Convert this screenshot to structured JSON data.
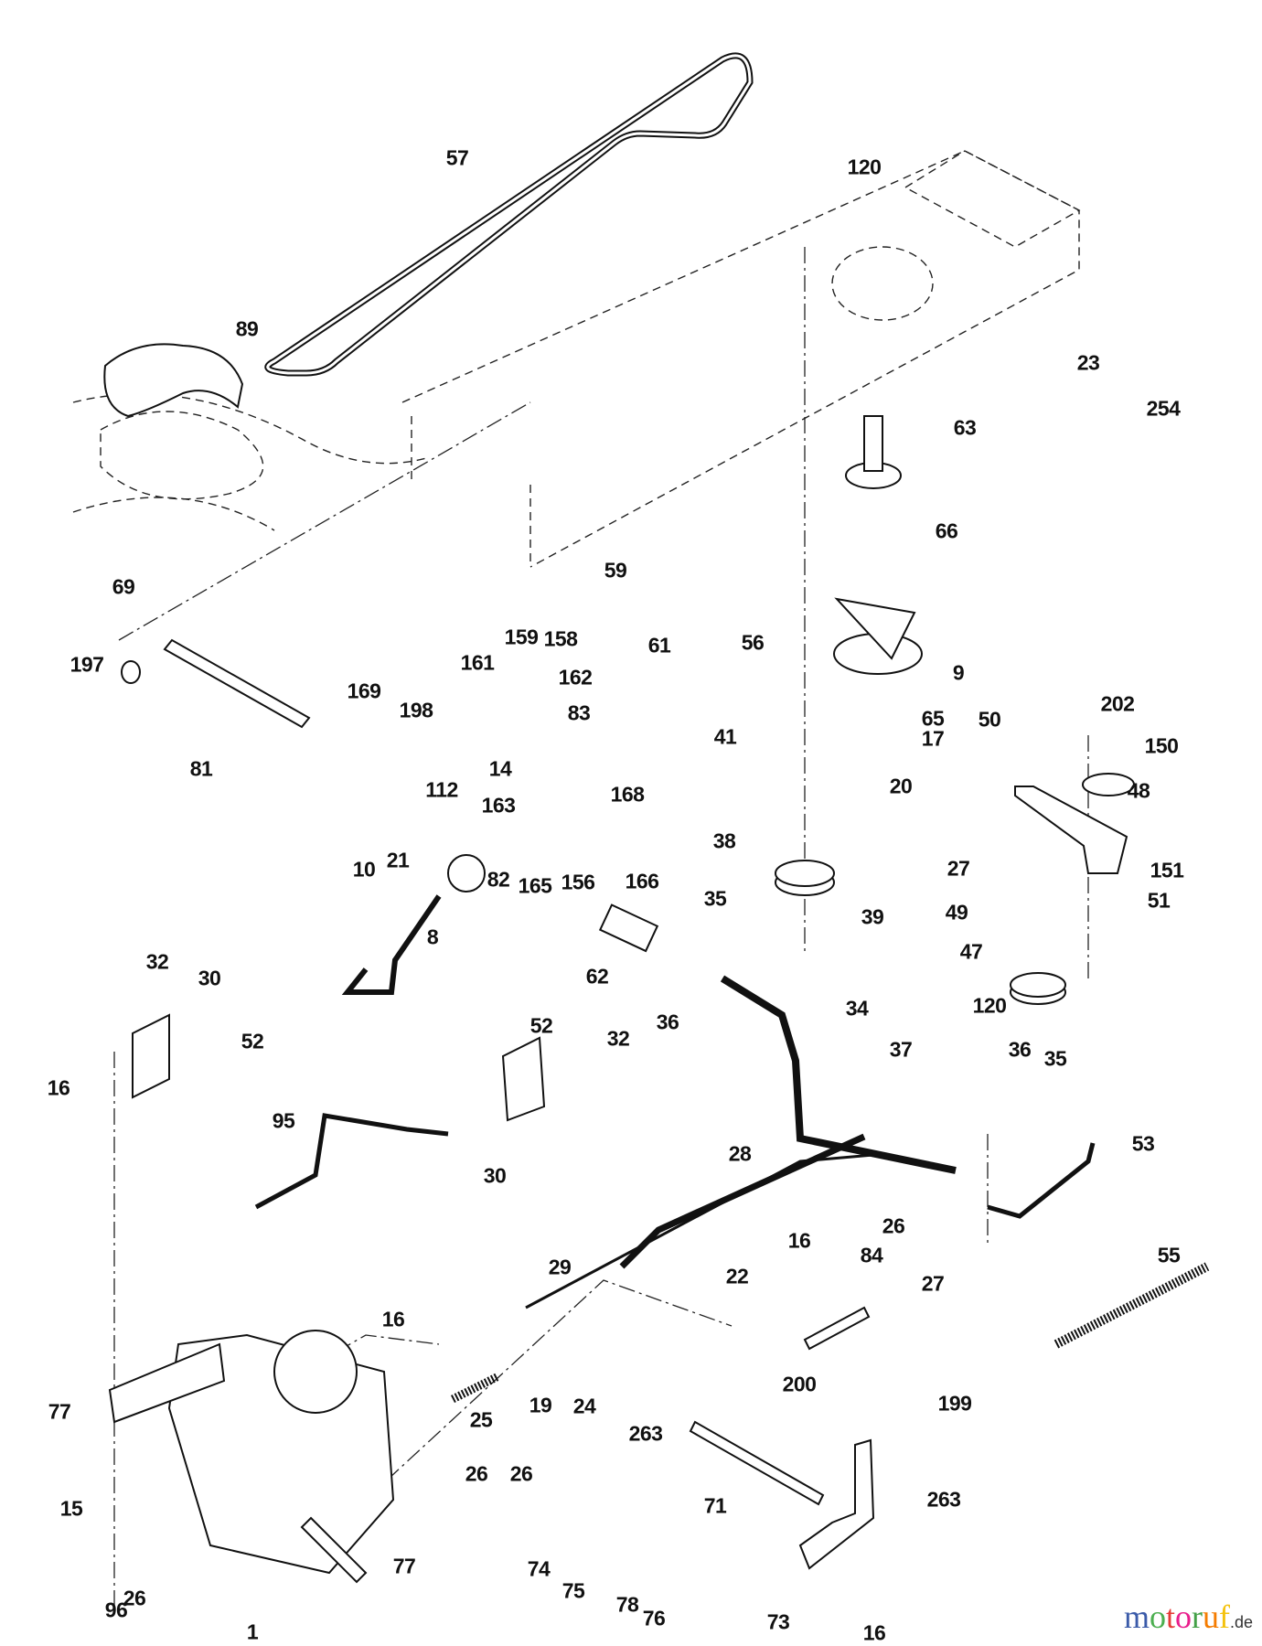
{
  "diagram": {
    "title": "Exploded parts diagram — ground drive / transmission linkage",
    "callouts": [
      {
        "id": "57",
        "label": "57"
      },
      {
        "id": "120a",
        "label": "120"
      },
      {
        "id": "89",
        "label": "89"
      },
      {
        "id": "23",
        "label": "23"
      },
      {
        "id": "254",
        "label": "254"
      },
      {
        "id": "63",
        "label": "63"
      },
      {
        "id": "66",
        "label": "66"
      },
      {
        "id": "69",
        "label": "69"
      },
      {
        "id": "59",
        "label": "59"
      },
      {
        "id": "61",
        "label": "61"
      },
      {
        "id": "56",
        "label": "56"
      },
      {
        "id": "9",
        "label": "9"
      },
      {
        "id": "197",
        "label": "197"
      },
      {
        "id": "161",
        "label": "161"
      },
      {
        "id": "159",
        "label": "159"
      },
      {
        "id": "158",
        "label": "158"
      },
      {
        "id": "169",
        "label": "169"
      },
      {
        "id": "198",
        "label": "198"
      },
      {
        "id": "162",
        "label": "162"
      },
      {
        "id": "83",
        "label": "83"
      },
      {
        "id": "41",
        "label": "41"
      },
      {
        "id": "65",
        "label": "65"
      },
      {
        "id": "17",
        "label": "17"
      },
      {
        "id": "50",
        "label": "50"
      },
      {
        "id": "202",
        "label": "202"
      },
      {
        "id": "150",
        "label": "150"
      },
      {
        "id": "81",
        "label": "81"
      },
      {
        "id": "112",
        "label": "112"
      },
      {
        "id": "14",
        "label": "14"
      },
      {
        "id": "168",
        "label": "168"
      },
      {
        "id": "163",
        "label": "163"
      },
      {
        "id": "20",
        "label": "20"
      },
      {
        "id": "48",
        "label": "48"
      },
      {
        "id": "21",
        "label": "21"
      },
      {
        "id": "38",
        "label": "38"
      },
      {
        "id": "27a",
        "label": "27"
      },
      {
        "id": "151",
        "label": "151"
      },
      {
        "id": "10",
        "label": "10"
      },
      {
        "id": "82",
        "label": "82"
      },
      {
        "id": "165",
        "label": "165"
      },
      {
        "id": "156",
        "label": "156"
      },
      {
        "id": "166",
        "label": "166"
      },
      {
        "id": "35a",
        "label": "35"
      },
      {
        "id": "49",
        "label": "49"
      },
      {
        "id": "51",
        "label": "51"
      },
      {
        "id": "39",
        "label": "39"
      },
      {
        "id": "8",
        "label": "8"
      },
      {
        "id": "47",
        "label": "47"
      },
      {
        "id": "32a",
        "label": "32"
      },
      {
        "id": "62",
        "label": "62"
      },
      {
        "id": "30a",
        "label": "30"
      },
      {
        "id": "36a",
        "label": "36"
      },
      {
        "id": "120b",
        "label": "120"
      },
      {
        "id": "34",
        "label": "34"
      },
      {
        "id": "52a",
        "label": "52"
      },
      {
        "id": "52b",
        "label": "52"
      },
      {
        "id": "16a",
        "label": "16"
      },
      {
        "id": "32b",
        "label": "32"
      },
      {
        "id": "37",
        "label": "37"
      },
      {
        "id": "36b",
        "label": "36"
      },
      {
        "id": "35b",
        "label": "35"
      },
      {
        "id": "95",
        "label": "95"
      },
      {
        "id": "30b",
        "label": "30"
      },
      {
        "id": "53",
        "label": "53"
      },
      {
        "id": "28",
        "label": "28"
      },
      {
        "id": "26a",
        "label": "26"
      },
      {
        "id": "55",
        "label": "55"
      },
      {
        "id": "29",
        "label": "29"
      },
      {
        "id": "22",
        "label": "22"
      },
      {
        "id": "16b",
        "label": "16"
      },
      {
        "id": "84",
        "label": "84"
      },
      {
        "id": "27b",
        "label": "27"
      },
      {
        "id": "16c",
        "label": "16"
      },
      {
        "id": "77a",
        "label": "77"
      },
      {
        "id": "25",
        "label": "25"
      },
      {
        "id": "19",
        "label": "19"
      },
      {
        "id": "24",
        "label": "24"
      },
      {
        "id": "199",
        "label": "199"
      },
      {
        "id": "200",
        "label": "200"
      },
      {
        "id": "263a",
        "label": "263"
      },
      {
        "id": "26b",
        "label": "26"
      },
      {
        "id": "26c",
        "label": "26"
      },
      {
        "id": "15",
        "label": "15"
      },
      {
        "id": "71",
        "label": "71"
      },
      {
        "id": "263b",
        "label": "263"
      },
      {
        "id": "74",
        "label": "74"
      },
      {
        "id": "77b",
        "label": "77"
      },
      {
        "id": "96",
        "label": "96"
      },
      {
        "id": "75",
        "label": "75"
      },
      {
        "id": "78",
        "label": "78"
      },
      {
        "id": "73",
        "label": "73"
      },
      {
        "id": "16d",
        "label": "16"
      },
      {
        "id": "1",
        "label": "1"
      },
      {
        "id": "76",
        "label": "76"
      },
      {
        "id": "26d",
        "label": "26"
      }
    ]
  },
  "watermark": {
    "letters": [
      "m",
      "o",
      "t",
      "o",
      "r",
      "u",
      "f"
    ],
    "colors": [
      "#3b5ba9",
      "#4caf50",
      "#e53935",
      "#e91e8c",
      "#43a047",
      "#f57c00",
      "#f4c20d"
    ],
    "tld": ".de"
  }
}
